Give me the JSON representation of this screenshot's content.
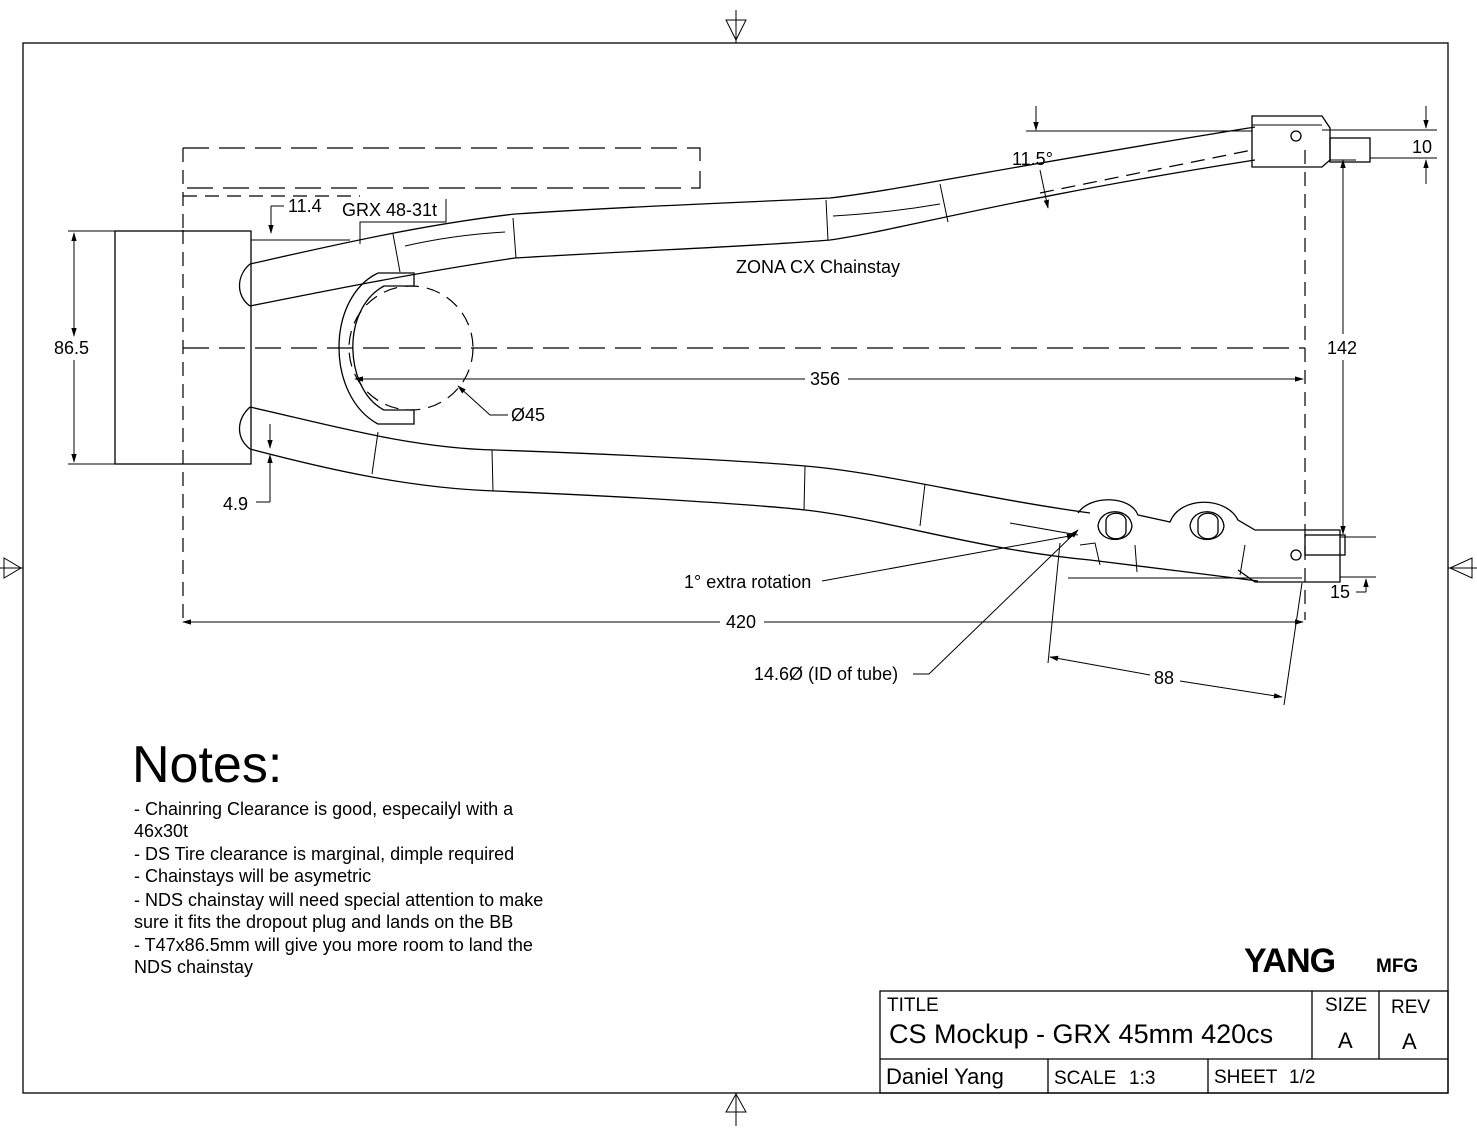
{
  "drawing": {
    "part_label": "ZONA CX Chainstay",
    "gear_label": "GRX 48-31t",
    "dimensions": {
      "offset_top": "11.4",
      "offset_bottom": "4.9",
      "bb_width": "86.5",
      "length_356": "356",
      "ring_diameter": "Ø45",
      "dropout_spacing": "142",
      "length_420": "420",
      "length_88": "88",
      "angle": "11.5°",
      "dim_10": "10",
      "dim_15": "15"
    },
    "callouts": {
      "rotation": "1° extra rotation",
      "tube_id": "14.6Ø (ID of tube)"
    }
  },
  "notes": {
    "heading": "Notes:",
    "lines": [
      "- Chainring Clearance is good, especailyl with a",
      "46x30t",
      "- DS Tire clearance is marginal, dimple required",
      "- Chainstays will be asymetric",
      "- NDS chainstay will need special attention to make",
      "sure it fits the dropout plug and lands on the BB",
      "- T47x86.5mm will give you more room to land the",
      "NDS chainstay"
    ]
  },
  "logo": {
    "main": "YANG",
    "sub": "MFG"
  },
  "title_block": {
    "title_label": "TITLE",
    "title": "CS Mockup - GRX 45mm 420cs",
    "size_label": "SIZE",
    "size": "A",
    "rev_label": "REV",
    "rev": "A",
    "author": "Daniel Yang",
    "scale_label": "SCALE",
    "scale": "1:3",
    "sheet_label": "SHEET",
    "sheet": "1/2"
  }
}
